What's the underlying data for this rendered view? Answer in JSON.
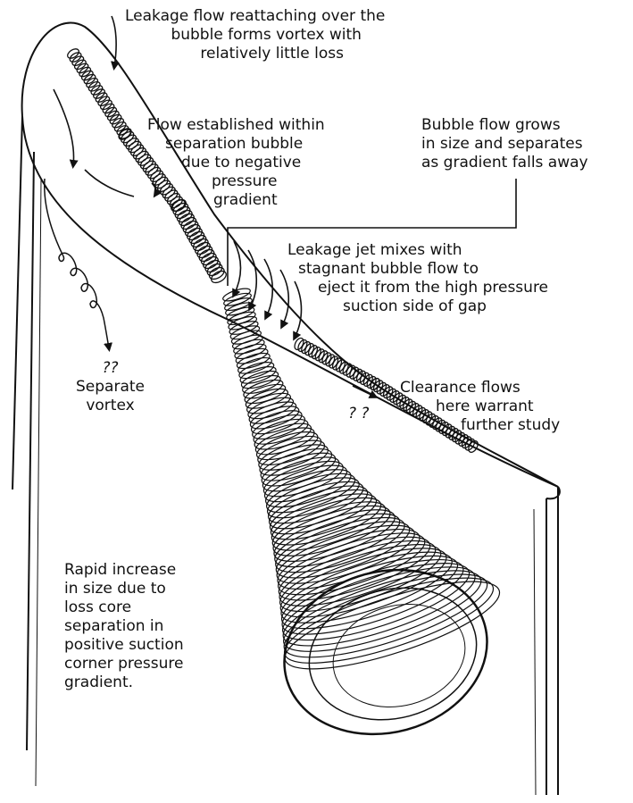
{
  "annotations": {
    "leakage_reattach": [
      "Leakage flow reattaching over the",
      "bubble forms vortex with",
      "relatively little loss"
    ],
    "flow_established": [
      "Flow established within",
      "separation bubble",
      "due to negative",
      "pressure",
      "gradient"
    ],
    "bubble_grows": [
      "Bubble flow grows",
      "in size and separates",
      "as gradient falls away"
    ],
    "leakage_jet": [
      "Leakage jet mixes with",
      "stagnant bubble flow to",
      "eject it from the high pressure",
      "suction side of gap"
    ],
    "separate_vortex": [
      "??",
      "Separate",
      "vortex"
    ],
    "clearance_study": [
      "Clearance flows",
      "here warrant",
      "further study"
    ],
    "question_marks_mid": "? ?",
    "rapid_increase": [
      "Rapid increase",
      "in size due to",
      "loss core",
      "separation in",
      "positive suction",
      "corner pressure",
      "gradient."
    ]
  },
  "colors": {
    "ink": "#111111",
    "paper": "#ffffff"
  }
}
